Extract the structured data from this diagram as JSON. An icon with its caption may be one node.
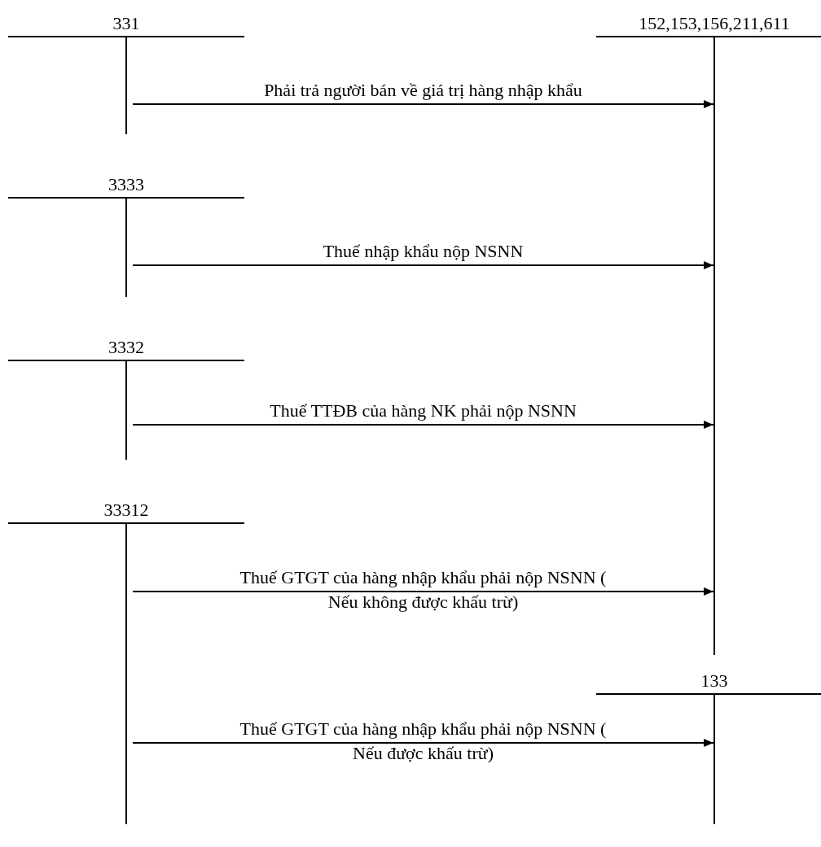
{
  "diagram": {
    "nodes": [
      {
        "text": [
          "331"
        ]
      },
      {
        "text": [
          "152,153,156,211,611"
        ]
      },
      {
        "text": [
          "3333"
        ]
      },
      {
        "text": [
          "3332"
        ]
      },
      {
        "text": [
          "33312"
        ]
      },
      {
        "text": [
          "133"
        ]
      }
    ],
    "edges": [
      {
        "from": 0,
        "to": 1,
        "arrow": "to",
        "label": "Phải trả người bán về giá trị hàng nhập khẩu"
      },
      {
        "from": 2,
        "to": 1,
        "arrow": "to",
        "label": "Thuế nhập khẩu nộp NSNN"
      },
      {
        "from": 3,
        "to": 1,
        "arrow": "to",
        "label": "Thuế TTĐB của hàng NK phải nộp NSNN"
      },
      {
        "from": 4,
        "to": 1,
        "arrow": "to",
        "label": "Thuế GTGT của hàng nhập khẩu phải nộp NSNN ( Nếu không được khấu trừ)"
      },
      {
        "from": 4,
        "to": 5,
        "arrow": "to",
        "label": "Thuế GTGT của hàng nhập khẩu phải nộp NSNN ( Nếu được khấu trừ)"
      }
    ]
  }
}
